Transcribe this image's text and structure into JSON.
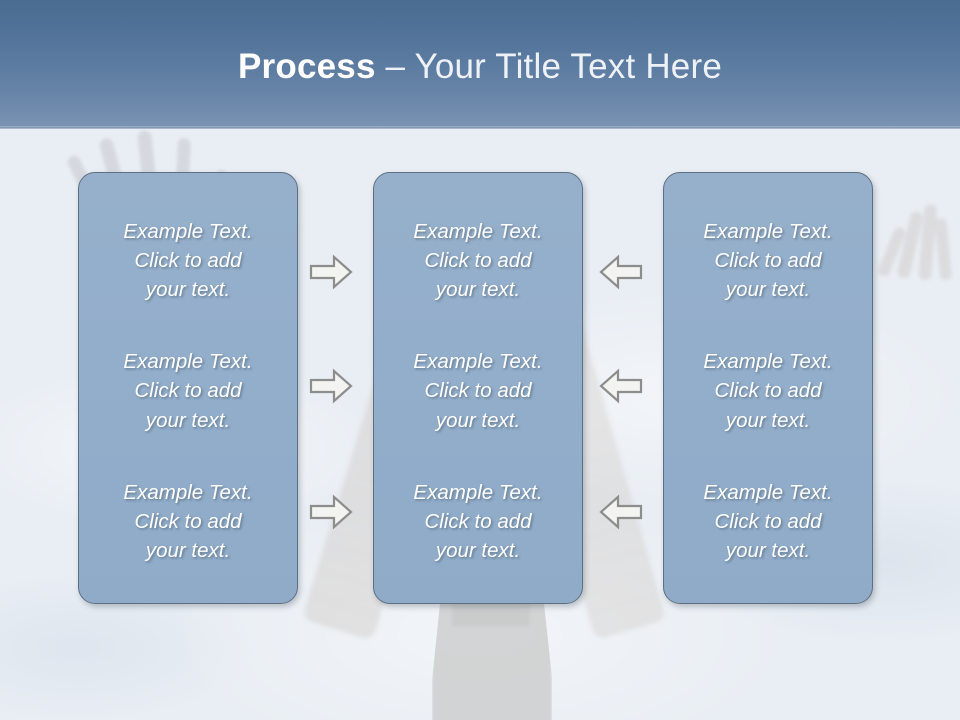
{
  "slide": {
    "title_strong": "Process",
    "title_rest": " – Your Title Text Here",
    "colors": {
      "title_band_top": "#4a6c90",
      "title_band_bottom": "#7b94b4",
      "box_fill": "#93aecb",
      "box_border": "#5d6f82",
      "text_white": "#ffffff",
      "arrow_fill": "#f1f1ef",
      "arrow_stroke": "#8b8b8b",
      "background_light": "#e9eef1"
    }
  },
  "columns": [
    {
      "id": "column-1",
      "blocks": [
        {
          "line1": "Example Text.",
          "line2": "Click  to add",
          "line3": "your text."
        },
        {
          "line1": "Example Text.",
          "line2": "Click  to add",
          "line3": "your text."
        },
        {
          "line1": "Example Text.",
          "line2": "Click  to add",
          "line3": "your text."
        }
      ]
    },
    {
      "id": "column-2",
      "blocks": [
        {
          "line1": "Example Text.",
          "line2": "Click  to add",
          "line3": "your text."
        },
        {
          "line1": "Example Text.",
          "line2": "Click  to add",
          "line3": "your text."
        },
        {
          "line1": "Example Text.",
          "line2": "Click  to add",
          "line3": "your text."
        }
      ]
    },
    {
      "id": "column-3",
      "blocks": [
        {
          "line1": "Example Text.",
          "line2": "Click  to add",
          "line3": "your text."
        },
        {
          "line1": "Example Text.",
          "line2": "Click  to add",
          "line3": "your text."
        },
        {
          "line1": "Example Text.",
          "line2": "Click  to add",
          "line3": "your text."
        }
      ]
    }
  ],
  "arrows": {
    "right": [
      {
        "icon": "arrow-right-icon",
        "row": 1
      },
      {
        "icon": "arrow-right-icon",
        "row": 2
      },
      {
        "icon": "arrow-right-icon",
        "row": 3
      }
    ],
    "left": [
      {
        "icon": "arrow-left-icon",
        "row": 1
      },
      {
        "icon": "arrow-left-icon",
        "row": 2
      },
      {
        "icon": "arrow-left-icon",
        "row": 3
      }
    ]
  },
  "background": {
    "description_icon": "raised-hands-sky-photo"
  }
}
